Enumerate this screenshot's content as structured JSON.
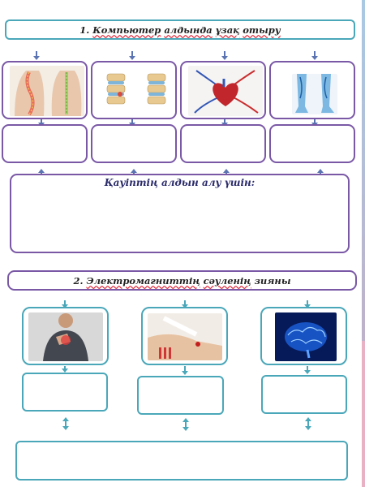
{
  "section1": {
    "title_num": "1.",
    "title_word": "Компьютер",
    "title_rest": "алдында",
    "title_tail_a": "ұзақ",
    "title_tail_b": "отыру",
    "images": [
      "spine-icon",
      "vertebrae-icon",
      "heart-circulation-icon",
      "legs-veins-icon"
    ]
  },
  "prevention": {
    "label": "Қауіптің алдын алу үшін:"
  },
  "section2": {
    "title_num": "2.",
    "title_word": "Электромагниттің",
    "title_rest": "сәуленің",
    "title_tail": "зияны",
    "images": [
      "chest-pain-icon",
      "blood-test-icon",
      "brain-icon"
    ]
  },
  "colors": {
    "teal": "#4aa7b9",
    "purple": "#7a58a6",
    "arrow": "#5a74b3"
  }
}
